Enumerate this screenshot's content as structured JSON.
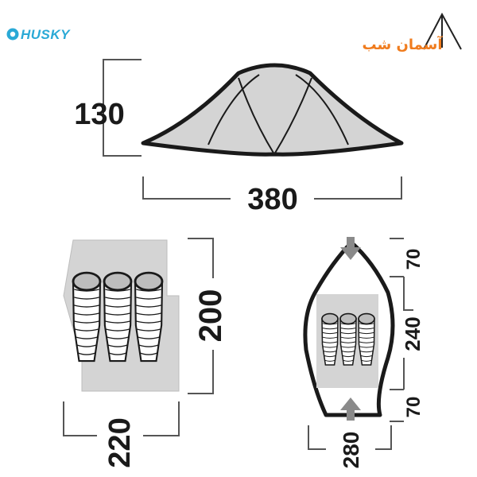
{
  "brand": {
    "name": "HUSKY",
    "color": "#2aa9d6"
  },
  "watermark": {
    "name": "آسمان شب",
    "color": "#f07c1e"
  },
  "colors": {
    "line": "#1a1a1a",
    "fill": "#d4d4d4",
    "dimension": "#555555",
    "arrow": "#8a8a8a"
  },
  "side_view": {
    "height": "130",
    "length": "380"
  },
  "floor_plan": {
    "length": "200",
    "width": "220",
    "sleeping_bags": 3
  },
  "top_view": {
    "vestibule_front": "70",
    "inner": "240",
    "vestibule_back": "70",
    "width": "280",
    "sleeping_bags": 3
  }
}
